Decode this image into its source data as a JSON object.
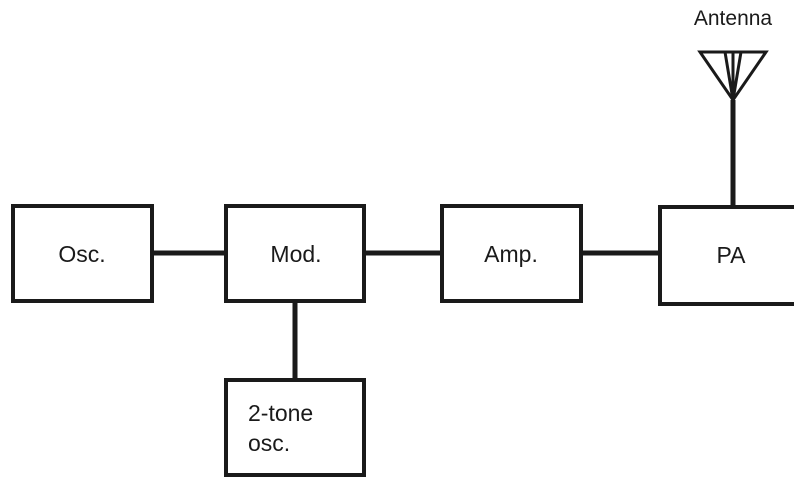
{
  "blocks": {
    "oscillator": "Osc.",
    "modulator": "Mod.",
    "amplifier": "Amp.",
    "power_amplifier": "PA",
    "two_tone_oscillator_line1": "2-tone",
    "two_tone_oscillator_line2": "osc."
  },
  "antenna_label": "Antenna"
}
